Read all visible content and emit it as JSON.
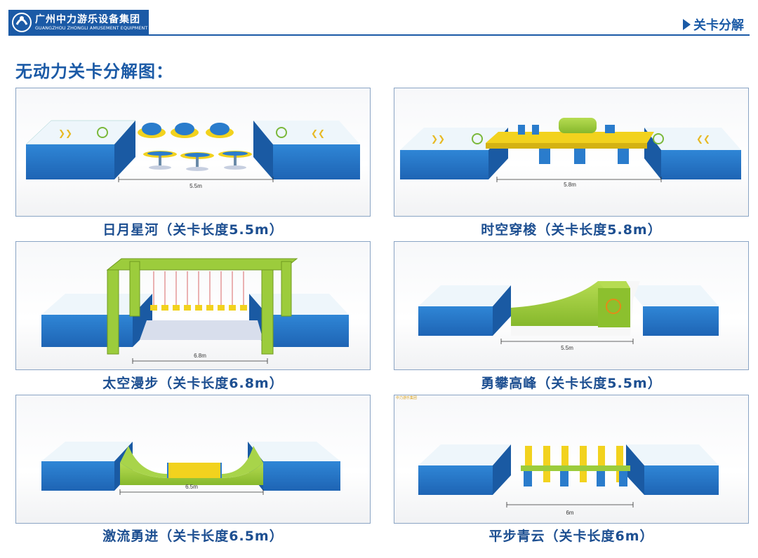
{
  "header": {
    "company_name": "广州中力游乐设备集团",
    "company_sub": "GUANGZHOU ZHONGLI AMUSEMENT EQUIPMENT GROUP",
    "section": "关卡分解"
  },
  "page_title": "无动力关卡分解图：",
  "panels": [
    {
      "caption": "日月星河（关卡长度5.5m）",
      "length": "5.5m"
    },
    {
      "caption": "时空穿梭（关卡长度5.8m）",
      "length": "5.8m"
    },
    {
      "caption": "太空漫步（关卡长度6.8m）",
      "length": "6.8m"
    },
    {
      "caption": "勇攀高峰（关卡长度5.5m）",
      "length": "5.5m"
    },
    {
      "caption": "激流勇进（关卡长度6.5m）",
      "length": "6.5m"
    },
    {
      "caption": "平步青云（关卡长度6m）",
      "length": "6m",
      "brand_mark": "中力游乐集团"
    }
  ],
  "colors": {
    "brand_blue": "#1b5aa6",
    "box_blue": "#2a7ccc",
    "lime": "#9ccc3c",
    "yellow": "#f2d21e"
  }
}
